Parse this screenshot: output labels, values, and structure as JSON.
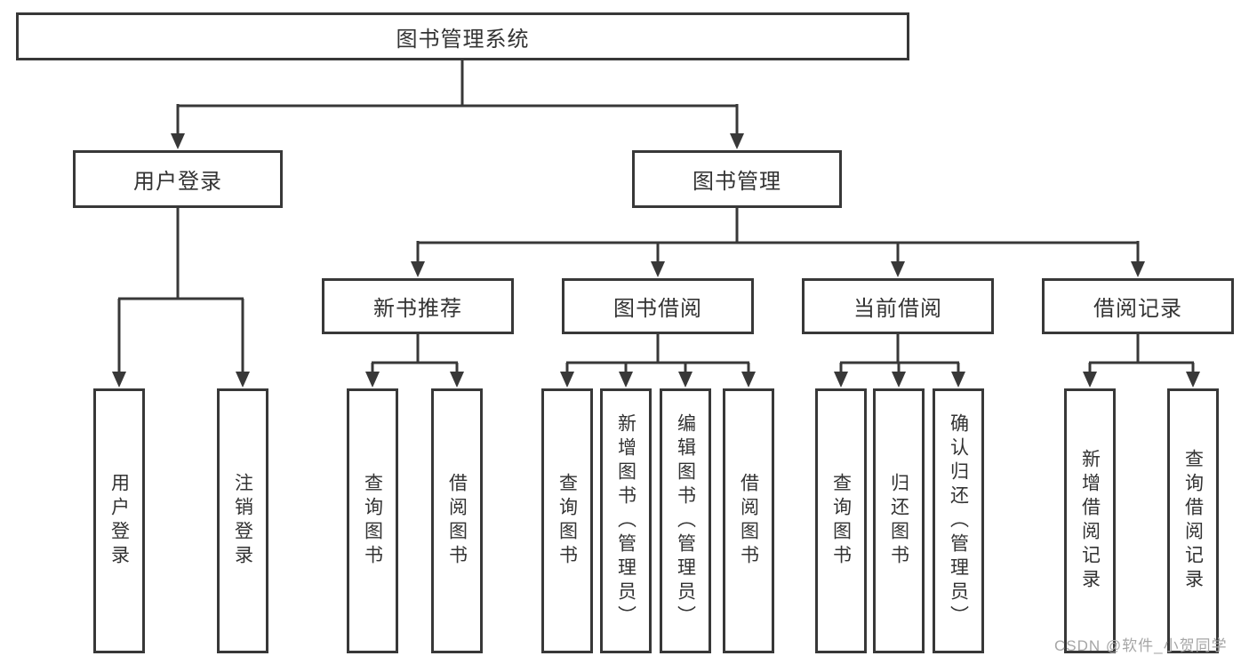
{
  "tree": {
    "root": {
      "label": "图书管理系统",
      "children": [
        {
          "label": "用户登录",
          "children": [
            {
              "label": "用户登录"
            },
            {
              "label": "注销登录"
            }
          ]
        },
        {
          "label": "图书管理",
          "children": [
            {
              "label": "新书推荐",
              "children": [
                {
                  "label": "查询图书"
                },
                {
                  "label": "借阅图书"
                }
              ]
            },
            {
              "label": "图书借阅",
              "children": [
                {
                  "label": "查询图书"
                },
                {
                  "label": "新增图书（管理员）"
                },
                {
                  "label": "编辑图书（管理员）"
                },
                {
                  "label": "借阅图书"
                }
              ]
            },
            {
              "label": "当前借阅",
              "children": [
                {
                  "label": "查询图书"
                },
                {
                  "label": "归还图书"
                },
                {
                  "label": "确认归还（管理员）"
                }
              ]
            },
            {
              "label": "借阅记录",
              "children": [
                {
                  "label": "新增借阅记录"
                },
                {
                  "label": "查询借阅记录"
                }
              ]
            }
          ]
        }
      ]
    }
  },
  "watermark": {
    "text": "CSDN @软件_小贺同学"
  },
  "colors": {
    "line": "#383838",
    "text": "#333333",
    "watermark": "#a6a6a6",
    "background": "#ffffff"
  }
}
